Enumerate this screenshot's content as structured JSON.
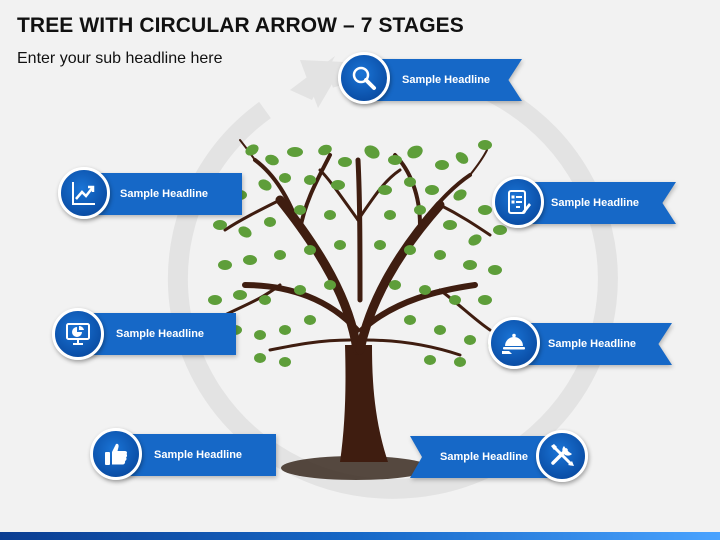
{
  "header": {
    "title": "TREE WITH CIRCULAR ARROW – 7 STAGES",
    "subtitle": "Enter your sub headline here"
  },
  "stages": [
    {
      "label": "Sample Headline",
      "icon": "magnifier-icon"
    },
    {
      "label": "Sample Headline",
      "icon": "line-chart-icon"
    },
    {
      "label": "Sample Headline",
      "icon": "checklist-icon"
    },
    {
      "label": "Sample Headline",
      "icon": "monitor-chart-icon"
    },
    {
      "label": "Sample Headline",
      "icon": "food-cloche-icon"
    },
    {
      "label": "Sample Headline",
      "icon": "thumbs-up-icon"
    },
    {
      "label": "Sample Headline",
      "icon": "tools-icon"
    }
  ],
  "colors": {
    "accent": "#1668c7",
    "circle": "#0b4fa7",
    "arrow": "#e2e2e2",
    "trunk": "#3f1d10",
    "leaf": "#5e9e3a"
  }
}
